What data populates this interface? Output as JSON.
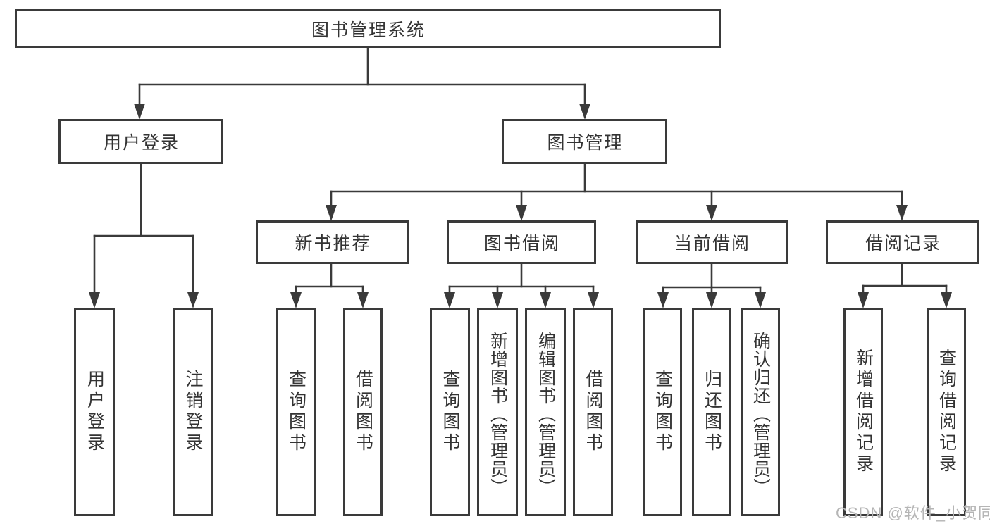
{
  "root": {
    "label": "图书管理系统"
  },
  "level1": [
    {
      "id": "user-login",
      "label": "用户登录",
      "parent": "root"
    },
    {
      "id": "book-management",
      "label": "图书管理",
      "parent": "root"
    }
  ],
  "level2": [
    {
      "id": "new-book-recommend",
      "label": "新书推荐",
      "parent": "book-management"
    },
    {
      "id": "book-borrowing",
      "label": "图书借阅",
      "parent": "book-management"
    },
    {
      "id": "current-borrowing",
      "label": "当前借阅",
      "parent": "book-management"
    },
    {
      "id": "borrowing-records",
      "label": "借阅记录",
      "parent": "book-management"
    }
  ],
  "leaves": [
    {
      "label": "用户登录",
      "parent": "user-login"
    },
    {
      "label": "注销登录",
      "parent": "user-login"
    },
    {
      "label": "查询图书",
      "parent": "new-book-recommend"
    },
    {
      "label": "借阅图书",
      "parent": "new-book-recommend"
    },
    {
      "label": "查询图书",
      "parent": "book-borrowing"
    },
    {
      "label": "新增图书（管理员）",
      "parent": "book-borrowing"
    },
    {
      "label": "编辑图书（管理员）",
      "parent": "book-borrowing"
    },
    {
      "label": "借阅图书",
      "parent": "book-borrowing"
    },
    {
      "label": "查询图书",
      "parent": "current-borrowing"
    },
    {
      "label": "归还图书",
      "parent": "current-borrowing"
    },
    {
      "label": "确认归还（管理员）",
      "parent": "current-borrowing"
    },
    {
      "label": "新增借阅记录",
      "parent": "borrowing-records"
    },
    {
      "label": "查询借阅记录",
      "parent": "borrowing-records"
    }
  ],
  "watermark": {
    "text": "CSDN @软件_小贺同学",
    "color": "#b5b5b5"
  },
  "colors": {
    "line": "#3a3a3a",
    "text": "#333333",
    "background": "#ffffff"
  }
}
